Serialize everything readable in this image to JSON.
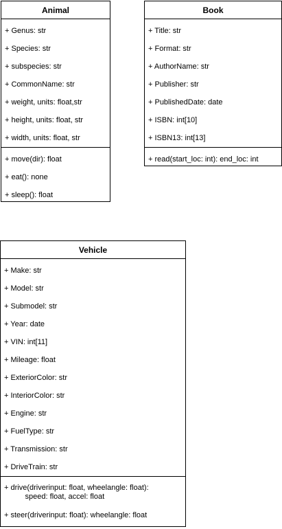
{
  "classes": {
    "animal": {
      "name": "Animal",
      "attributes": [
        "+ Genus: str",
        "+ Species: str",
        "+ subspecies: str",
        "+ CommonName: str",
        "+ weight, units: float,str",
        "+ height, units: float, str",
        "+ width, units: float, str"
      ],
      "methods": [
        "+ move(dir): float",
        "+ eat(): none",
        "+ sleep(): float"
      ]
    },
    "book": {
      "name": "Book",
      "attributes": [
        "+ Title: str",
        "+ Format: str",
        "+ AuthorName: str",
        "+ Publisher: str",
        "+ PublishedDate: date",
        "+ ISBN: int[10]",
        "+ ISBN13: int[13]"
      ],
      "methods": [
        "+ read(start_loc: int): end_loc: int"
      ]
    },
    "vehicle": {
      "name": "Vehicle",
      "attributes": [
        "+ Make: str",
        "+ Model: str",
        "+ Submodel: str",
        "+ Year: date",
        "+ VIN: int[11]",
        "+ Mileage: float",
        "+ ExteriorColor: str",
        "+ InteriorColor: str",
        "+ Engine: str",
        "+ FuelType: str",
        "+ Transmission: str",
        "+ DriveTrain: str"
      ],
      "methods": [
        "+ drive(driverinput: float, wheelangle: float):\n          speed: float, accel: float",
        "+ steer(driverinput: float): wheelangle: float"
      ]
    }
  }
}
